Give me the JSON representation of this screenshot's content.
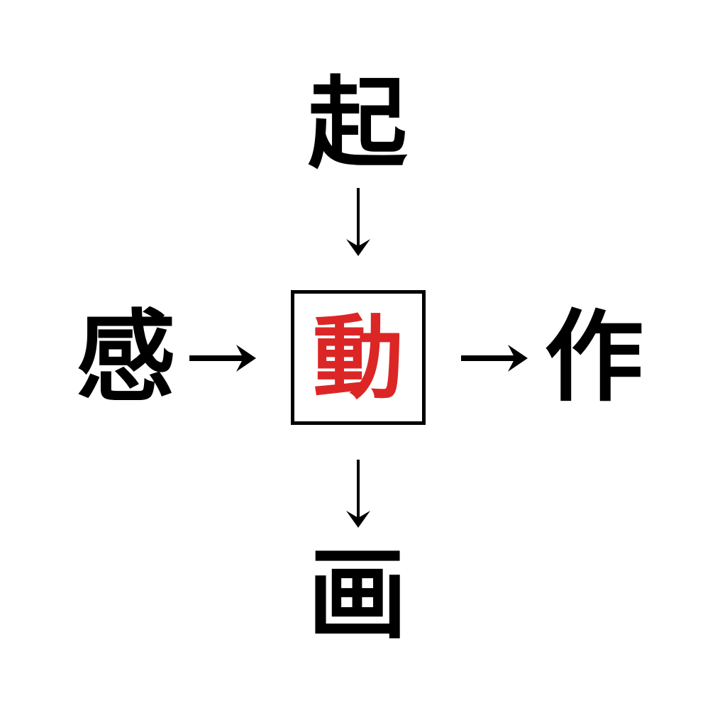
{
  "diagram": {
    "title": "Kanji concept flow diagram",
    "background_color": "#ffffff",
    "text_color": "#000000",
    "accent_color": "#dc2626",
    "nodes": {
      "top": {
        "label": "起",
        "color": "#000000"
      },
      "left": {
        "label": "感",
        "color": "#000000"
      },
      "center": {
        "label": "動",
        "color": "#dc2626",
        "boxed": true,
        "border_color": "#000000"
      },
      "right": {
        "label": "作",
        "color": "#000000"
      },
      "bottom": {
        "label": "画",
        "color": "#000000"
      }
    },
    "arrows": [
      {
        "name": "top-to-center",
        "direction": "down",
        "glyph": "↓",
        "from": "top",
        "to": "center"
      },
      {
        "name": "left-to-center",
        "direction": "right",
        "glyph": "→",
        "from": "left",
        "to": "center"
      },
      {
        "name": "center-to-right",
        "direction": "right",
        "glyph": "→",
        "from": "center",
        "to": "right"
      },
      {
        "name": "center-to-bottom",
        "direction": "down",
        "glyph": "↓",
        "from": "center",
        "to": "bottom"
      }
    ]
  }
}
